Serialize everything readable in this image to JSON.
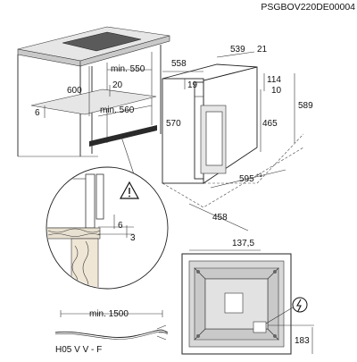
{
  "document_code": "PSGBOV220DE00004",
  "dimensions": {
    "cabinet_min_width": "min. 550",
    "cabinet_depth_min": "min. 560",
    "cabinet_height": "600",
    "ventilation_gap": "20",
    "panel_thickness": "6",
    "oven_width": "558",
    "oven_depth": "539",
    "door_depth": "21",
    "top_gap": "19",
    "panel_top": "114",
    "panel_gap": "10",
    "oven_height": "570",
    "front_height": "465",
    "total_height": "589",
    "bottom_depth": "595",
    "bottom_depth_sup": "+1",
    "bottom_width": "458",
    "detail_gap": "6",
    "detail_thickness": "3",
    "bottom_offset_x": "137,5",
    "bottom_offset_y": "183",
    "cable_min_length": "min. 1500",
    "cable_type": "H05 V V - F"
  },
  "icons": {
    "warning": "warning-triangle-icon",
    "electric": "electrical-connection-icon"
  }
}
